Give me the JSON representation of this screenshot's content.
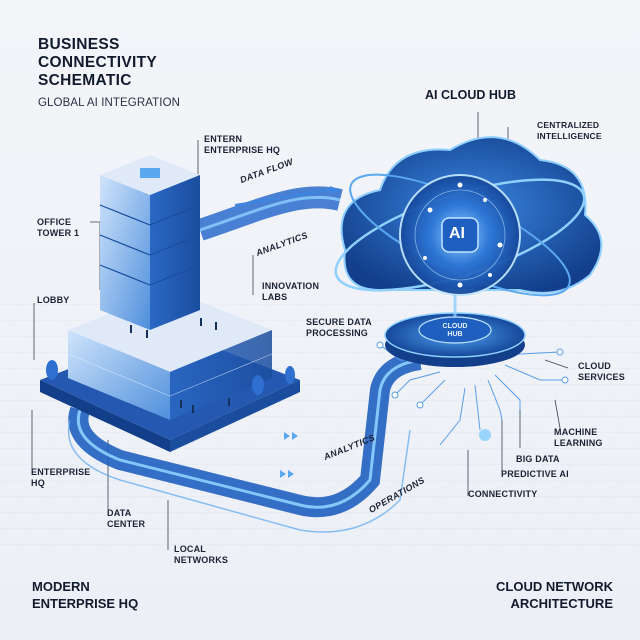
{
  "header": {
    "title_lines": [
      "BUSINESS",
      "CONNECTIVITY",
      "SCHEMATIC"
    ],
    "subtitle": "GLOBAL AI INTEGRATION"
  },
  "hub": {
    "title": "AI CLOUD HUB",
    "core_label": "AI",
    "base_label_lines": [
      "CLOUD",
      "HUB"
    ]
  },
  "labels": {
    "entern": [
      "ENTERN",
      "ENTERPRISE HQ"
    ],
    "office_tower": [
      "OFFICE",
      "TOWER 1"
    ],
    "lobby": [
      "LOBBY"
    ],
    "innovation_labs": [
      "INNOVATION",
      "LABS"
    ],
    "secure_data": [
      "SECURE DATA",
      "PROCESSING"
    ],
    "centralized": [
      "CENTRALIZED",
      "INTELLIGENCE"
    ],
    "cloud_services": [
      "CLOUD",
      "SERVICES"
    ],
    "machine_learning": [
      "MACHINE",
      "LEARNING"
    ],
    "big_data": [
      "BIG DATA"
    ],
    "predictive_ai": [
      "PREDICTIVE AI"
    ],
    "connectivity": [
      "CONNECTIVITY"
    ],
    "enterprise_hq": [
      "ENTERPRISE",
      "HQ"
    ],
    "data_center": [
      "DATA",
      "CENTER"
    ],
    "local_networks": [
      "LOCAL",
      "NETWORKS"
    ]
  },
  "flow_labels": {
    "data_flow": "DATA FLOW",
    "analytics_top": "ANALYTICS",
    "analytics_bottom": "ANALYTICS",
    "operations": "OPERATIONS"
  },
  "footer": {
    "left_lines": [
      "MODERN",
      "ENTERPRISE HQ"
    ],
    "right_lines": [
      "CLOUD NETWORK",
      "ARCHITECTURE"
    ]
  },
  "colors": {
    "background": "#eef1f7",
    "text_dark": "#121a2e",
    "primary_blue": "#1f5fbf",
    "light_blue": "#5aa8f0",
    "glow_blue": "#8fd0ff",
    "deep_blue": "#123e8a"
  }
}
